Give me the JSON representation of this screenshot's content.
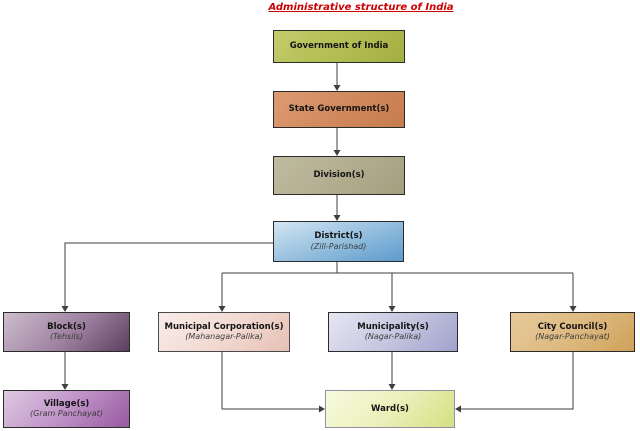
{
  "title": "Administrative structure of India",
  "title_color": "#cc0000",
  "connector_color": "#3f3f3f",
  "nodes": {
    "government": {
      "label": "Government of India",
      "color": "#b4bf55"
    },
    "state": {
      "label": "State Government(s)",
      "color": "#d18a5e"
    },
    "division": {
      "label": "Division(s)",
      "color": "#b3ae90"
    },
    "district": {
      "label": "District(s)",
      "sublabel": "(Zill-Parishad)",
      "color": "#6fa7d3"
    },
    "block": {
      "label": "Block(s)",
      "sublabel": "(Tehsils)",
      "color": "#8c6b8e"
    },
    "municipal_corporation": {
      "label": "Municipal Corporation(s)",
      "sublabel": "(Mahanagar-Palika)",
      "color": "#f1d8d1"
    },
    "municipality": {
      "label": "Municipality(s)",
      "sublabel": "(Nagar-Palika)",
      "color": "#b7b9d9"
    },
    "city_council": {
      "label": "City Council(s)",
      "sublabel": "(Nagar-Panchayat)",
      "color": "#dcb87e"
    },
    "village": {
      "label": "Village(s)",
      "sublabel": "(Gram Panchayat)",
      "color": "#b37fbc"
    },
    "ward": {
      "label": "Ward(s)",
      "color": "#e6edaf"
    }
  },
  "edges": [
    {
      "from": "government",
      "to": "state"
    },
    {
      "from": "state",
      "to": "division"
    },
    {
      "from": "division",
      "to": "district"
    },
    {
      "from": "district",
      "to": "block"
    },
    {
      "from": "district",
      "to": "municipal_corporation"
    },
    {
      "from": "district",
      "to": "municipality"
    },
    {
      "from": "district",
      "to": "city_council"
    },
    {
      "from": "block",
      "to": "village"
    },
    {
      "from": "municipal_corporation",
      "to": "ward"
    },
    {
      "from": "municipality",
      "to": "ward"
    },
    {
      "from": "city_council",
      "to": "ward"
    }
  ]
}
